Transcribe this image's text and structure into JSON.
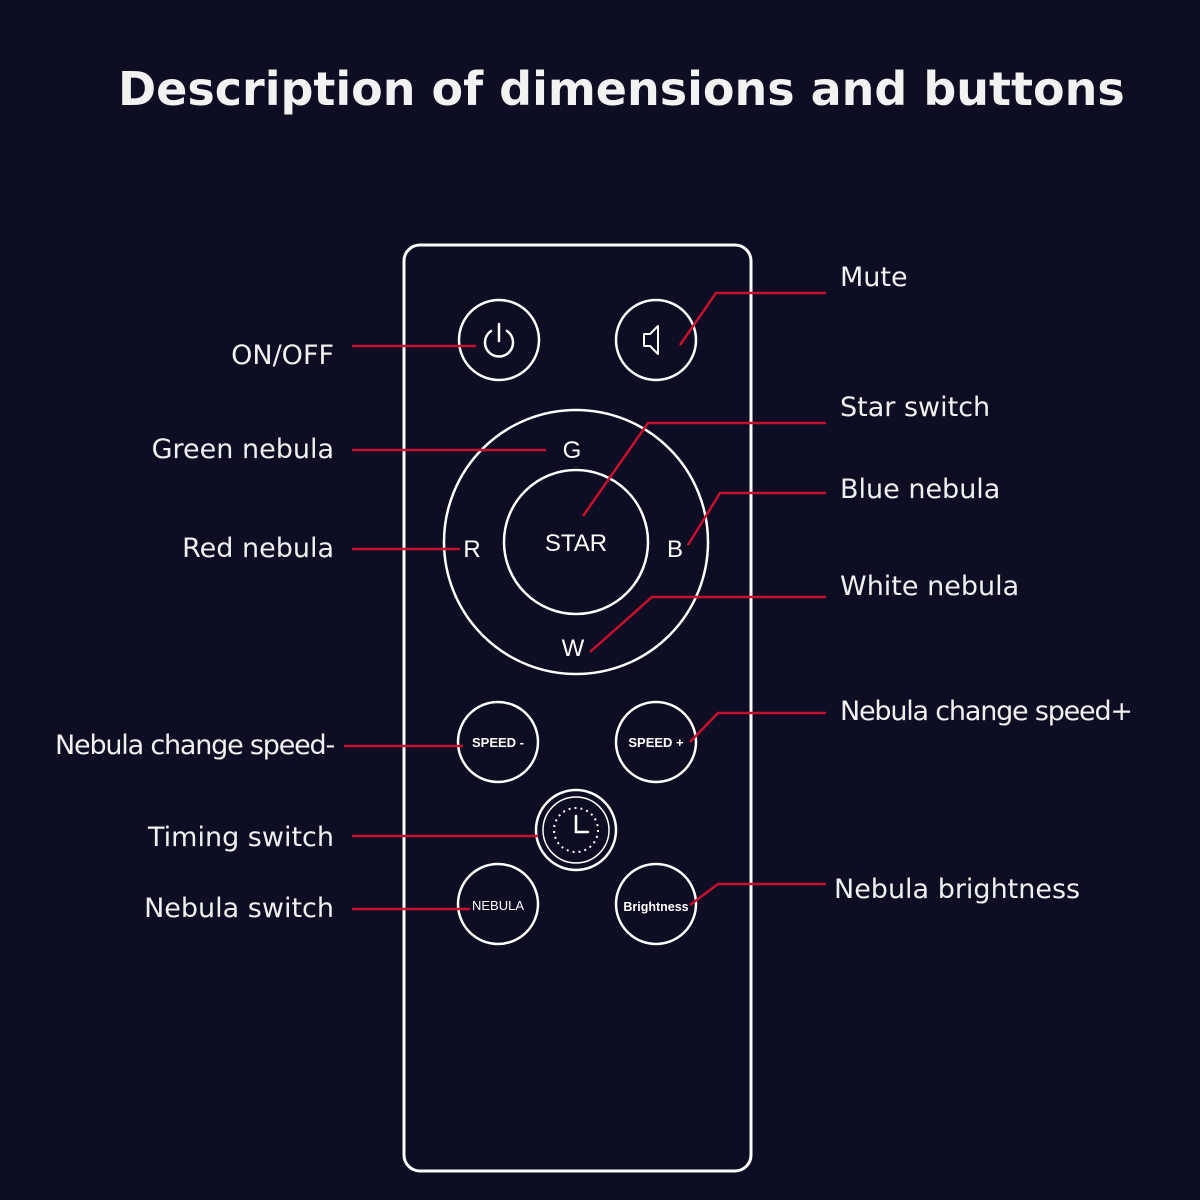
{
  "title": "Description of dimensions and buttons",
  "colors": {
    "background": "#0d0d24",
    "outline": "#ffffff",
    "leader_line": "#c8102e"
  },
  "remote": {
    "buttons": {
      "power_icon": "power-icon",
      "mute_icon": "mute-icon",
      "dpad": {
        "top": "G",
        "left": "R",
        "right": "B",
        "bottom": "W",
        "center": "STAR"
      },
      "speed_minus": "SPEED -",
      "speed_plus": "SPEED +",
      "timer_icon": "clock-icon",
      "nebula": "NEBULA",
      "brightness": "Brightness"
    }
  },
  "labels": {
    "on_off": "ON/OFF",
    "mute": "Mute",
    "green_nebula": "Green nebula",
    "star_switch": "Star switch",
    "blue_nebula": "Blue nebula",
    "red_nebula": "Red nebula",
    "white_nebula": "White nebula",
    "speed_minus": "Nebula change speed-",
    "speed_plus": "Nebula change speed+",
    "timing_switch": "Timing switch",
    "nebula_switch": "Nebula switch",
    "nebula_brightness": "Nebula brightness"
  }
}
